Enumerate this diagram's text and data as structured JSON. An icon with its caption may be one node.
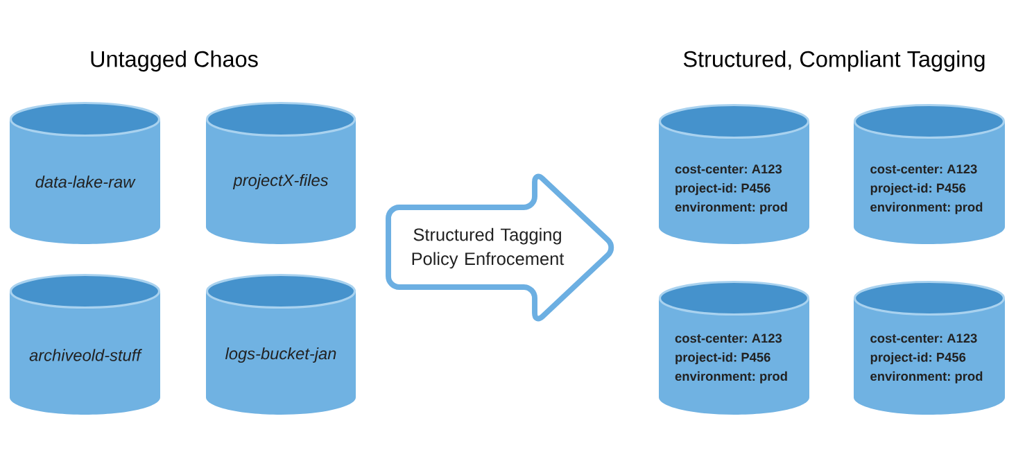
{
  "diagram": {
    "nodes": [
      {
        "text": [
          "data-lake-raw"
        ]
      },
      {
        "text": [
          "projectX-files"
        ]
      },
      {
        "text": [
          "archiveold-stuff"
        ]
      },
      {
        "text": [
          "logs-bucket-jan"
        ]
      },
      {
        "text": [
          "Structured Tagging Policy Enfrocement"
        ]
      },
      {
        "text": [
          "cost-center: A123",
          "project-id: P456",
          "environment: prod"
        ]
      },
      {
        "text": [
          "cost-center: A123",
          "project-id: P456",
          "environment: prod"
        ]
      },
      {
        "text": [
          "cost-center: A123",
          "project-id: P456",
          "environment: prod"
        ]
      },
      {
        "text": [
          "cost-center: A123",
          "project-id: P456",
          "environment: prod"
        ]
      }
    ],
    "labels": [
      "Untagged Chaos",
      "Structured, Compliant Tagging"
    ]
  }
}
